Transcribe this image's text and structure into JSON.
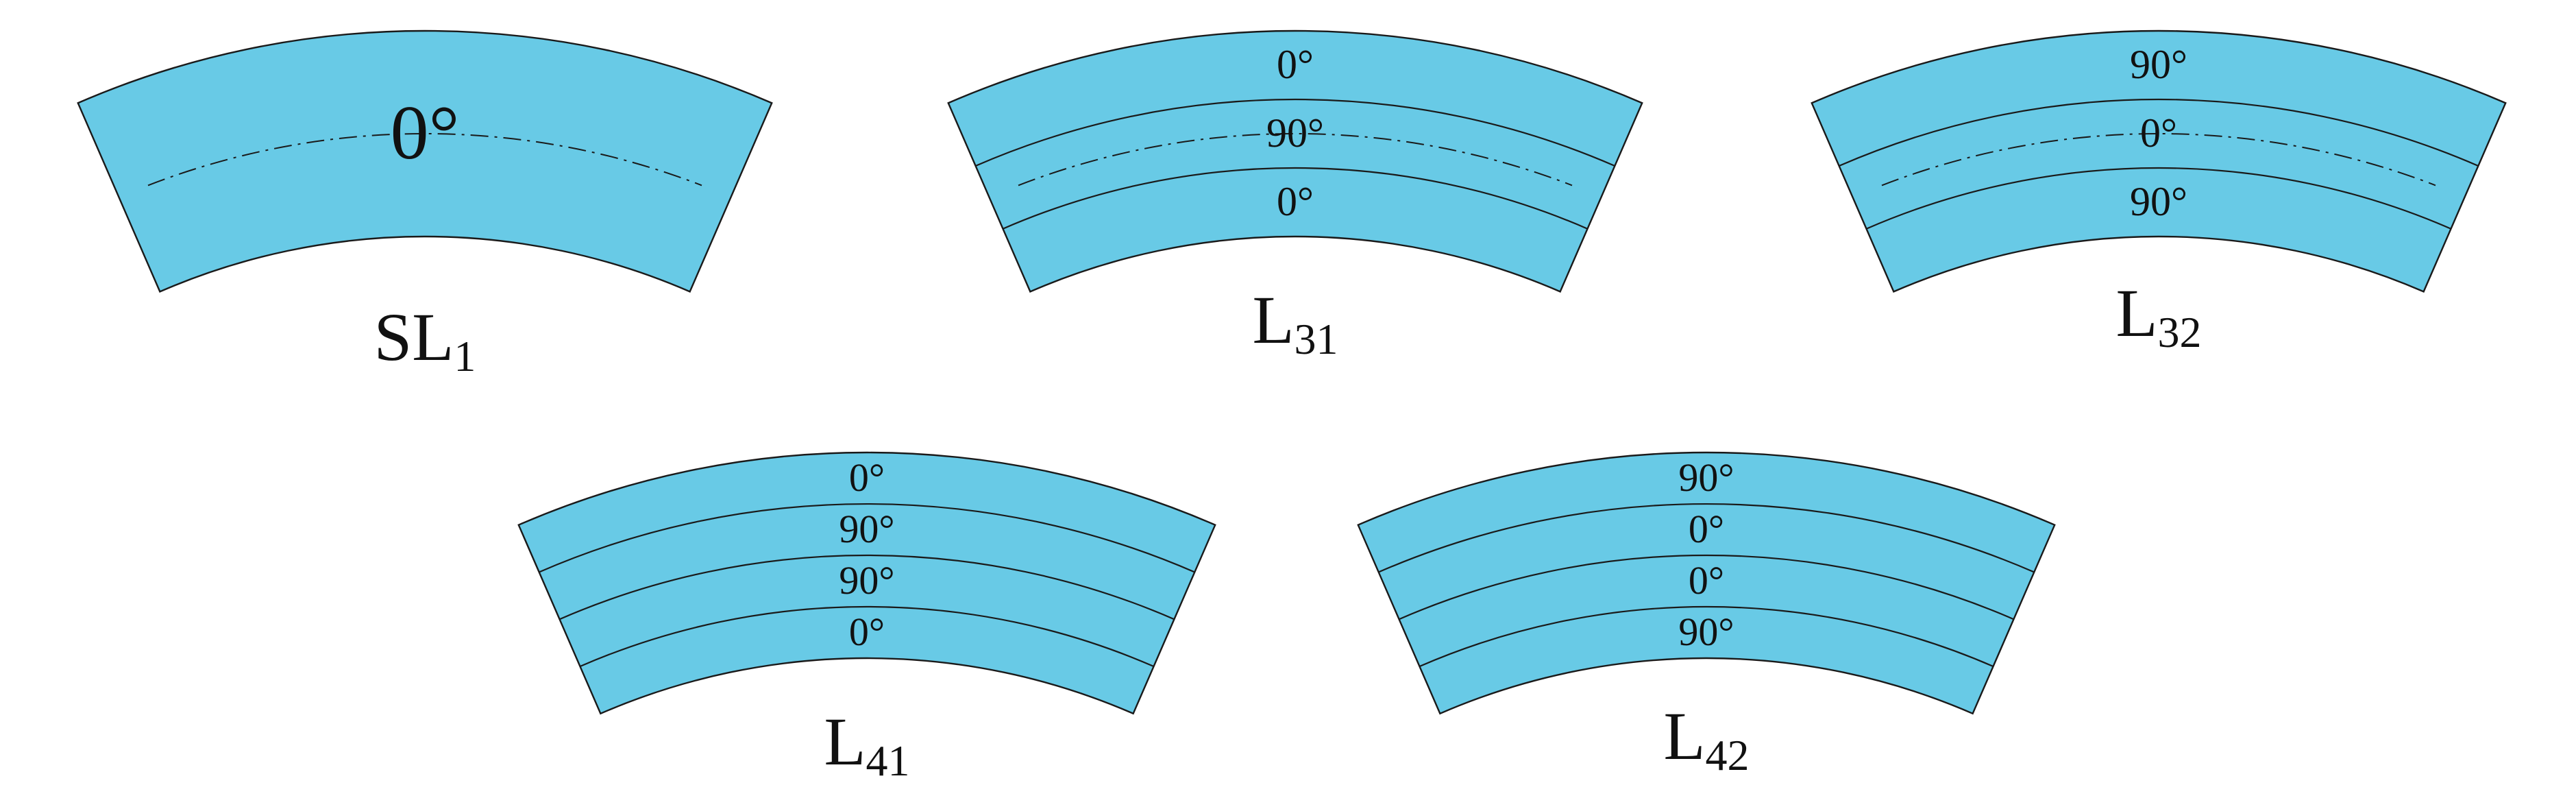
{
  "laminates": [
    {
      "id": "sl1",
      "label": "SL",
      "label_sub": "1",
      "plies": [
        "0°"
      ],
      "midplane_dashed": true
    },
    {
      "id": "l31",
      "label": "L",
      "label_sub": "31",
      "plies": [
        "0°",
        "90°",
        "0°"
      ],
      "midplane_dashed": true
    },
    {
      "id": "l32",
      "label": "L",
      "label_sub": "32",
      "plies": [
        "90°",
        "0°",
        "90°"
      ],
      "midplane_dashed": true
    },
    {
      "id": "l41",
      "label": "L",
      "label_sub": "41",
      "plies": [
        "0°",
        "90°",
        "90°",
        "0°"
      ],
      "midplane_dashed": false
    },
    {
      "id": "l42",
      "label": "L",
      "label_sub": "42",
      "plies": [
        "90°",
        "0°",
        "0°",
        "90°"
      ],
      "midplane_dashed": false
    }
  ],
  "colors": {
    "ply_fill": "#68cae6",
    "outline": "#1a1a1a"
  }
}
